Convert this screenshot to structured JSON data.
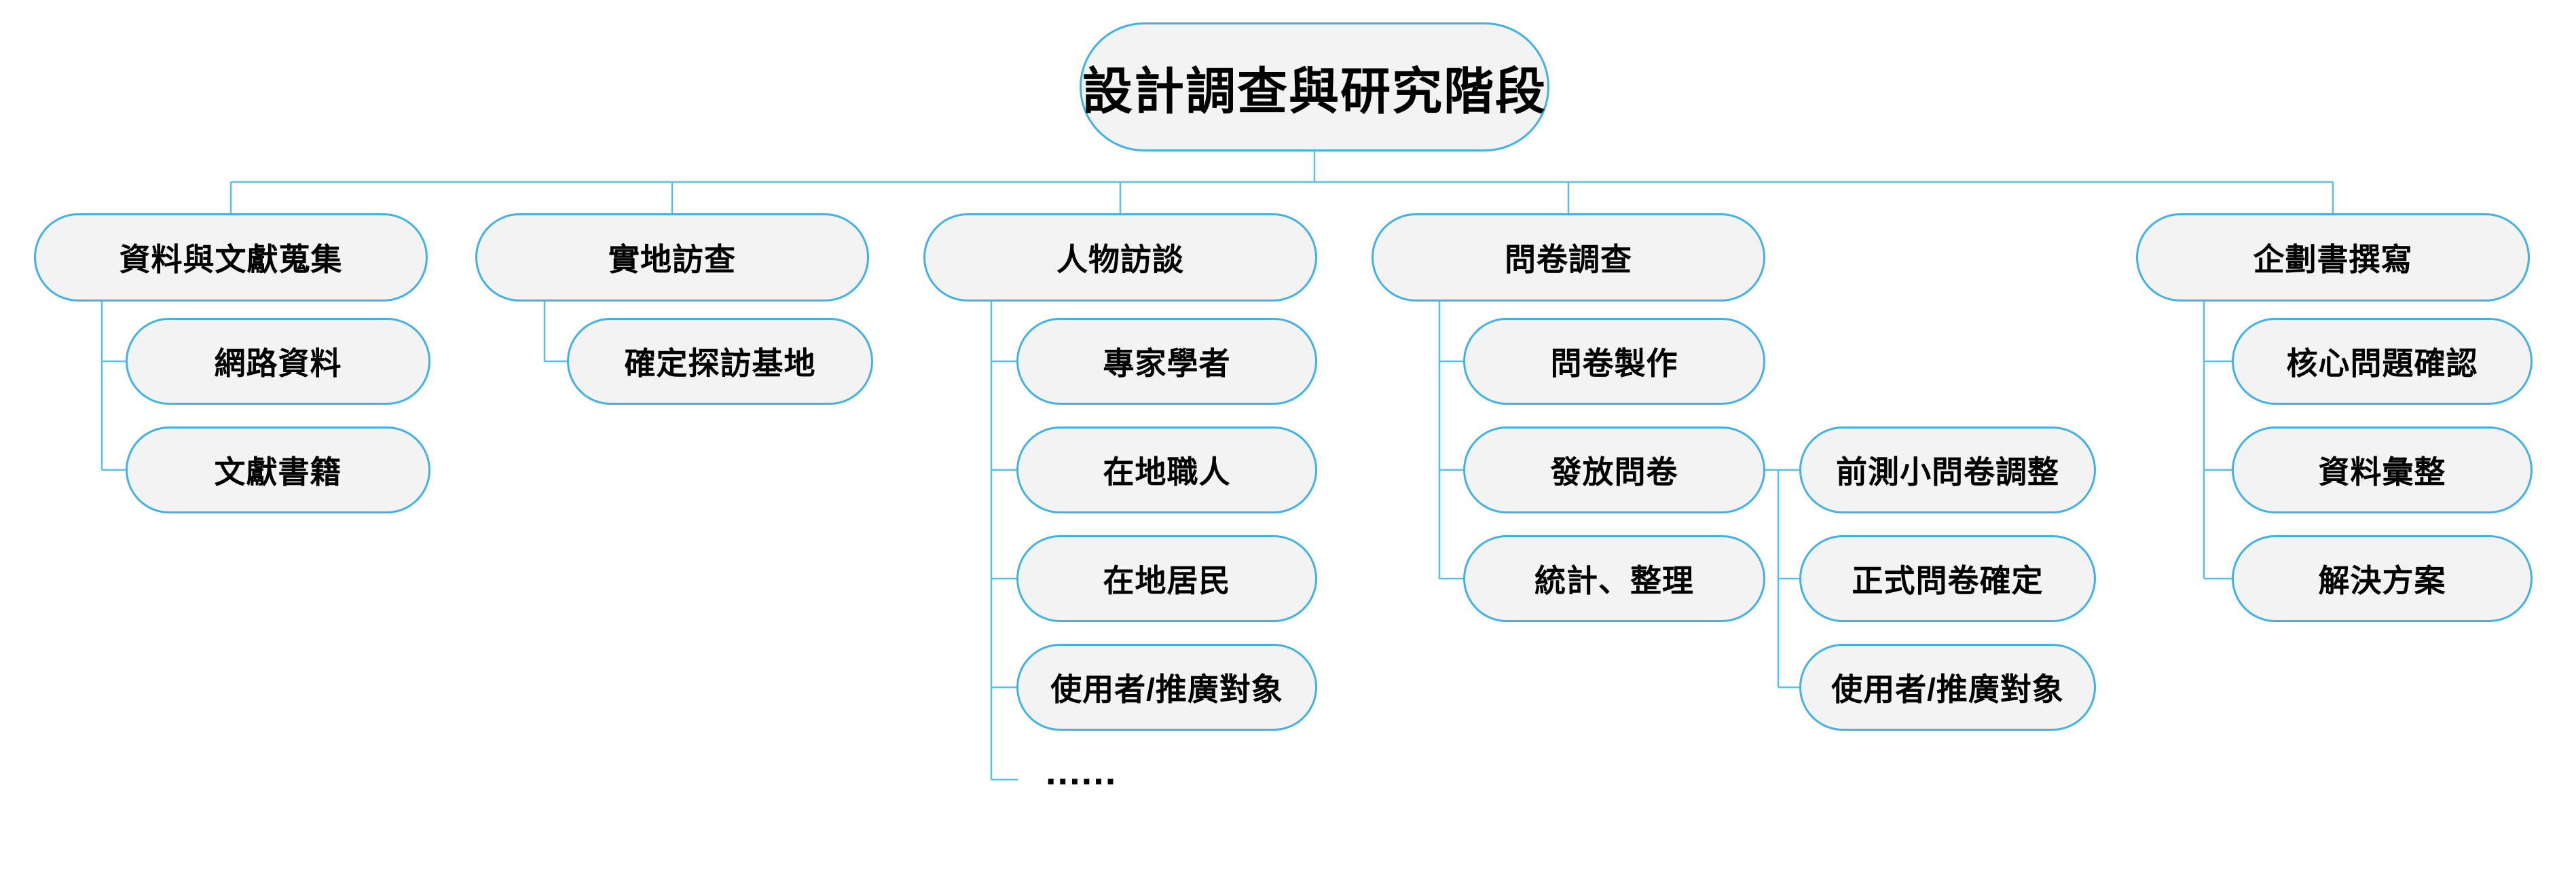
{
  "root": {
    "label": "設計調查與研究階段"
  },
  "branches": [
    {
      "label": "資料與文獻蒐集",
      "children": [
        {
          "label": "網路資料"
        },
        {
          "label": "文獻書籍"
        }
      ]
    },
    {
      "label": "實地訪查",
      "children": [
        {
          "label": "確定探訪基地"
        }
      ]
    },
    {
      "label": "人物訪談",
      "children": [
        {
          "label": "專家學者"
        },
        {
          "label": "在地職人"
        },
        {
          "label": "在地居民"
        },
        {
          "label": "使用者/推廣對象"
        }
      ],
      "more_indicator": "......"
    },
    {
      "label": "問卷調查",
      "children": [
        {
          "label": "問卷製作"
        },
        {
          "label": "發放問卷",
          "children": [
            {
              "label": "前測小問卷調整"
            },
            {
              "label": "正式問卷確定"
            },
            {
              "label": "使用者/推廣對象"
            }
          ]
        },
        {
          "label": "統計、整理"
        }
      ]
    },
    {
      "label": "企劃書撰寫",
      "children": [
        {
          "label": "核心問題確認"
        },
        {
          "label": "資料彙整"
        },
        {
          "label": "解決方案"
        }
      ]
    }
  ],
  "colors": {
    "node_border": "#41b1e6",
    "connector_line": "#58c0ec",
    "node_fill": "#f3f3f4",
    "text": "#000000",
    "background": "#ffffff"
  }
}
